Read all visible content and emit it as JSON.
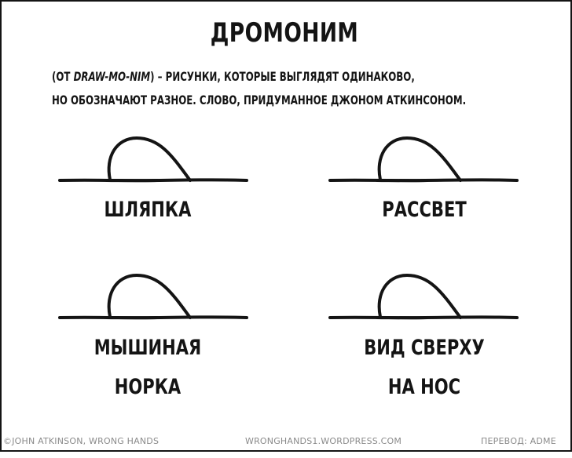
{
  "title": "ДРОМОНИМ",
  "definition": {
    "line1_open": "(ОТ ",
    "line1_italic": "DRAW-MO-NIM",
    "line1_rest": ") – РИСУНКИ, КОТОРЫЕ ВЫГЛЯДЯТ ОДИНАКОВО,",
    "line2": "НО ОБОЗНАЧАЮТ РАЗНОЕ. СЛОВО, ПРИДУМАННОЕ ДЖОНОМ АТКИНСОНОМ."
  },
  "panels": [
    {
      "caption_line1": "ШЛЯПКА",
      "caption_line2": ""
    },
    {
      "caption_line1": "РАССВЕТ",
      "caption_line2": ""
    },
    {
      "caption_line1": "МЫШИНАЯ",
      "caption_line2": "НОРКА"
    },
    {
      "caption_line1": "ВИД СВЕРХУ",
      "caption_line2": "НА НОС"
    }
  ],
  "credits": {
    "left": "©JOHN ATKINSON, WRONG HANDS",
    "center": "WRONGHANDS1.WORDPRESS.COM",
    "right": "ПЕРЕВОД: ADME"
  },
  "colors": {
    "ink": "#141414",
    "credit_gray": "#8a8a8a",
    "background": "#ffffff"
  }
}
